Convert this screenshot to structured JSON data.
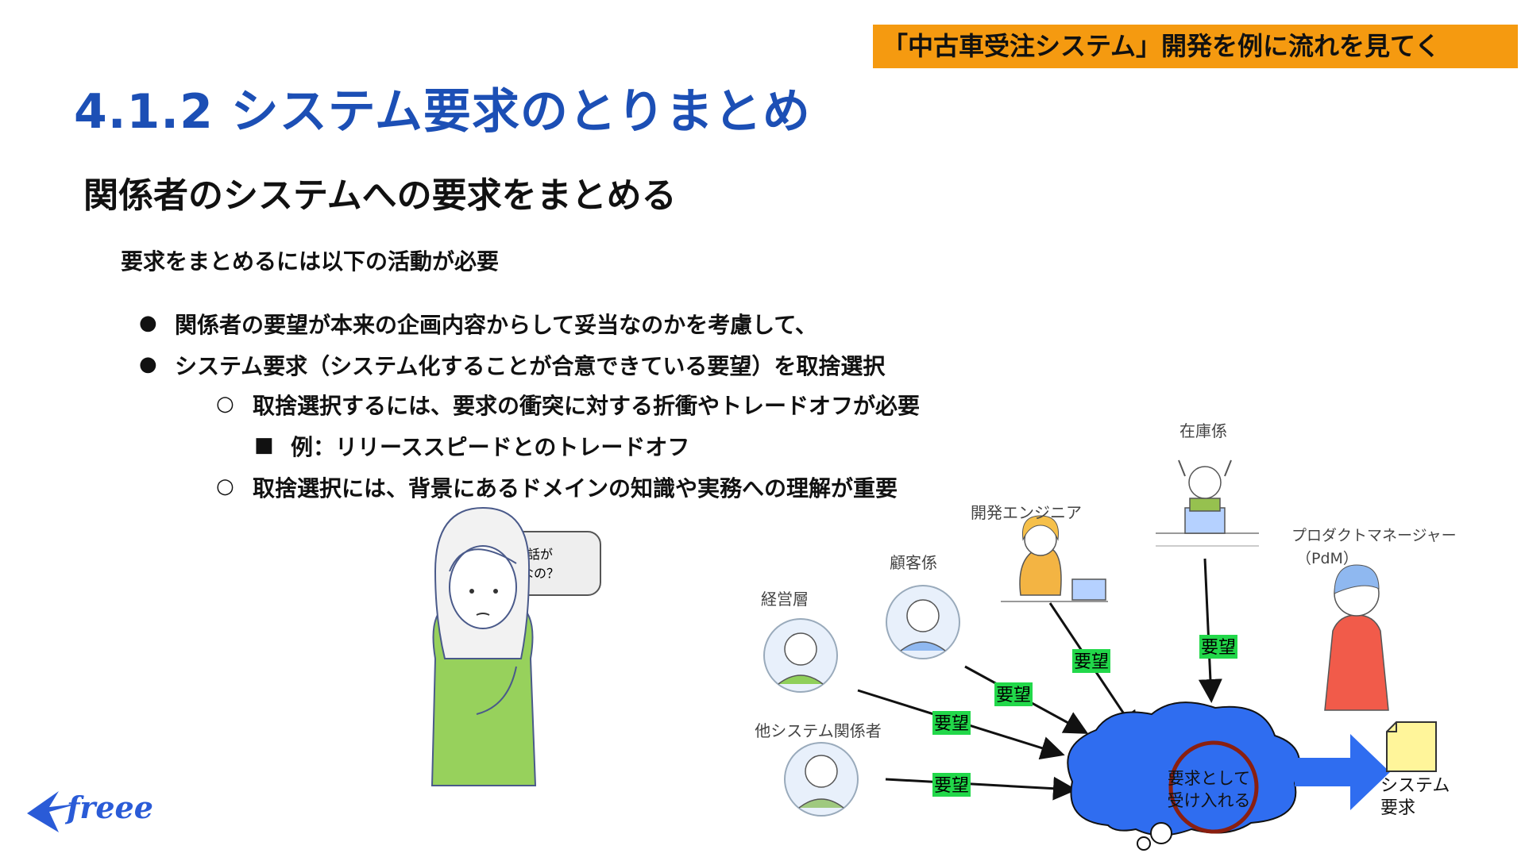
{
  "banner": "「中古車受注システム」開発を例に流れを見てく",
  "title": "4.1.2 システム要求のとりまとめ",
  "subtitle": "関係者のシステムへの要求をまとめる",
  "intro": "要求をまとめるには以下の活動が必要",
  "bullets": [
    {
      "marker": "●",
      "text": "関係者の要望が本来の企画内容からして妥当なのかを考慮して、"
    },
    {
      "marker": "●",
      "text": "システム要求（システム化することが合意できている要望）を取捨選択"
    },
    {
      "marker": "○",
      "text": "取捨選択するには、要求の衝突に対する折衝やトレードオフが必要"
    },
    {
      "marker": "■",
      "text": "例：リリーススピードとのトレードオフ"
    },
    {
      "marker": "○",
      "text": "取捨選択には、背景にあるドメインの知識や実務への理解が重要"
    }
  ],
  "speech": {
    "line1": "誰の話が",
    "line2": "大事なの？"
  },
  "roles": {
    "inventory": "在庫係",
    "engineer": "開発エンジニア",
    "pdm_line1": "プロダクトマネージャー",
    "pdm_line2": "（PdM）",
    "customer": "顧客係",
    "management": "経営層",
    "other_system": "他システム関係者"
  },
  "request_label": "要望",
  "cloud": {
    "line1": "要求として",
    "line2": "受け入れる"
  },
  "output": {
    "line1": "システム",
    "line2": "要求"
  },
  "logo": "freee",
  "colors": {
    "banner": "#f59a10",
    "title": "#1c4fb5",
    "cloud": "#2f6df0",
    "request_tag": "#22d84a",
    "circle": "#8a1f10",
    "arrow_blue": "#2f6df0",
    "doc": "#fff59a"
  }
}
